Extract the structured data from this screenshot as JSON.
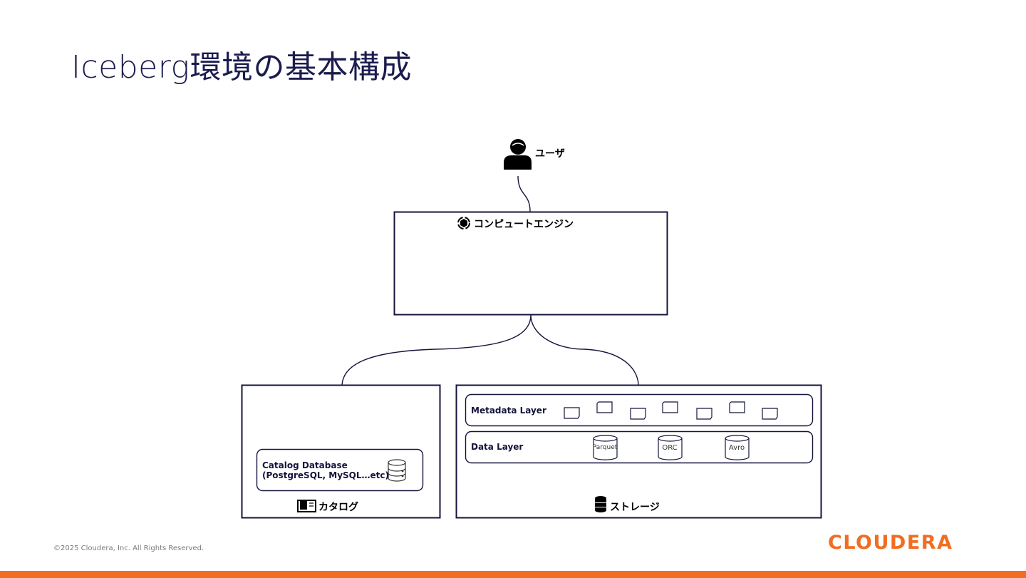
{
  "title": "Iceberg環境の基本構成",
  "user": {
    "label": "ユーザ",
    "icon": "user-icon"
  },
  "compute": {
    "label": "コンピュートエンジン",
    "icon": "compute-engine-icon"
  },
  "catalog": {
    "label": "カタログ",
    "icon": "catalog-book-icon",
    "db_title": "Catalog Database",
    "db_subtitle": "(PostgreSQL, MySQL…etc)",
    "db_icon": "database-server-icon"
  },
  "storage": {
    "label": "ストレージ",
    "icon": "storage-database-icon",
    "metadata_layer": "Metadata Layer",
    "data_layer": "Data Layer",
    "file_icon": "file-icon",
    "formats": [
      "Parquet",
      "ORC",
      "Avro"
    ]
  },
  "footer": {
    "copyright": "©2025 Cloudera, Inc. All Rights Reserved.",
    "brand": "CLOUDERA"
  },
  "colors": {
    "line": "#14143c",
    "brand": "#f26d21",
    "bar": "#f26d21"
  }
}
